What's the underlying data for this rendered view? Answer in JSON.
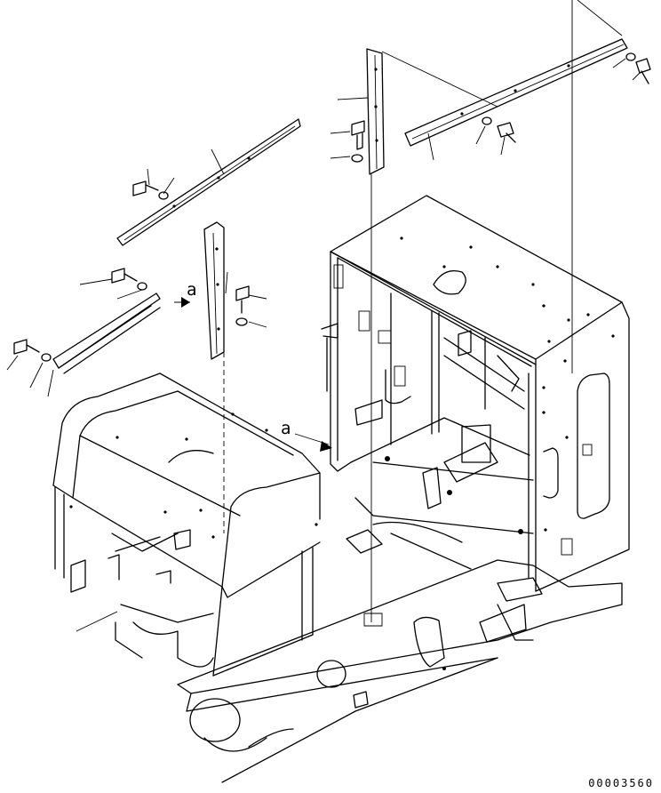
{
  "drawing": {
    "view_labels": [
      "a",
      "a"
    ],
    "drawing_code": "00003560"
  },
  "colors": {
    "line": "#000000",
    "background": "#ffffff"
  }
}
